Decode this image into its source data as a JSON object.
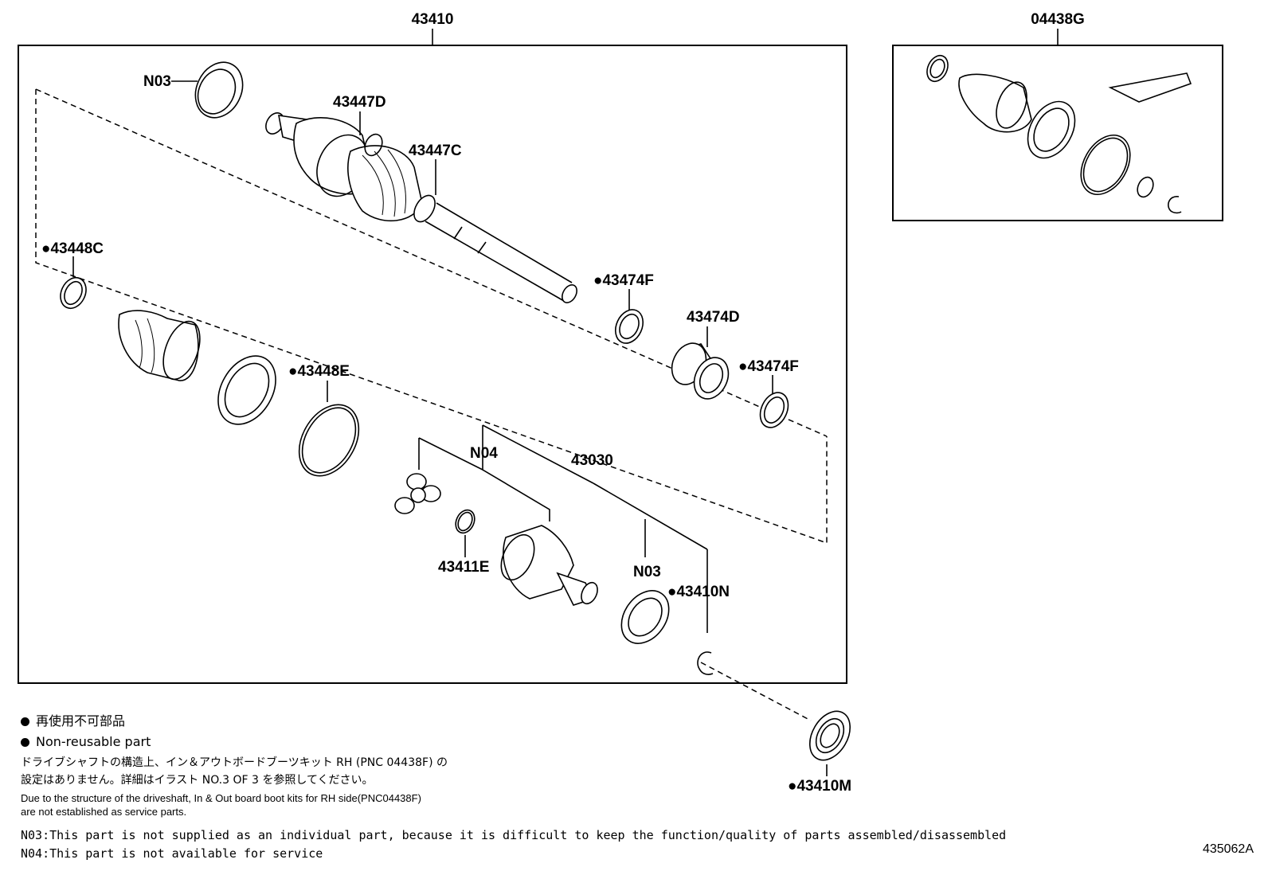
{
  "labels": {
    "main_assembly": "43410",
    "boot_kit": "04438G",
    "n03_top": "N03",
    "boot_outboard": "43447D",
    "clamp_outboard": "43447C",
    "clamp_c": "●43448C",
    "clamp_f1": "●43474F",
    "damper": "43474D",
    "clamp_f2": "●43474F",
    "band_e": "●43448E",
    "n04": "N04",
    "inboard_joint": "43030",
    "snap_ring": "43411E",
    "n03_lower": "N03",
    "washer": "●43410N",
    "seal": "●43410M"
  },
  "legend": {
    "jp_nonreusable": "再使用不可部品",
    "en_nonreusable": "Non-reusable part",
    "jp_note_line1": "ドライブシャフトの構造上、イン＆アウトボードブーツキット RH (PNC 04438F) の",
    "jp_note_line2": "設定はありません。詳細はイラスト NO.3 OF 3 を参照してください。",
    "en_note_line1": "Due to the structure of the driveshaft, In & Out board  boot kits for RH side(PNC04438F)",
    "en_note_line2": "are not established as service parts."
  },
  "notes": {
    "n03": "N03:This part is not supplied as an individual part, because it is difficult to keep the function/quality of parts assembled/disassembled",
    "n04": "N04:This part is not available for service"
  },
  "diagram_code": "435062A"
}
